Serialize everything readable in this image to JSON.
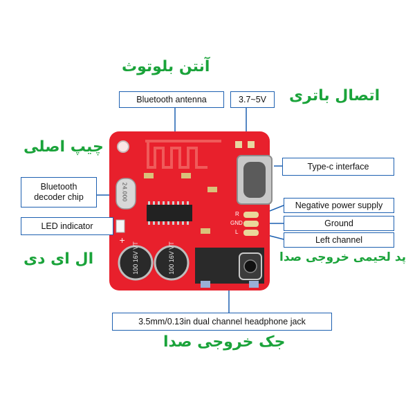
{
  "labels": {
    "bluetooth_antenna": "Bluetooth antenna",
    "voltage": "3.7~5V",
    "type_c": "Type-c interface",
    "decoder_chip": "Bluetooth decoder chip",
    "led_indicator": "LED indicator",
    "negative_power": "Negative power supply",
    "ground": "Ground",
    "left_channel": "Left channel",
    "headphone_jack": "3.5mm/0.13in dual channel headphone jack"
  },
  "persian": {
    "antenna": "آنتن بلوتوث",
    "battery": "اتصال باتری",
    "chip": "چیپ اصلی",
    "led": "ال ای دی",
    "side_outputs": "پد لحیمی خروجی صدا",
    "jack": "جک خروجی صدا"
  },
  "board": {
    "cap1_line1": "100",
    "cap1_line2": "16V",
    "cap1_line3": "VT",
    "cap2_line1": "100",
    "cap2_line2": "16V",
    "cap2_line3": "VT",
    "crystal_text": "24.000",
    "pad_r": "R",
    "pad_gnd": "GND",
    "pad_l": "L",
    "plus_mark": "+"
  },
  "colors": {
    "board": "#e8202c",
    "label_border": "#1c5fb0",
    "persian_text": "#1aa33a"
  }
}
